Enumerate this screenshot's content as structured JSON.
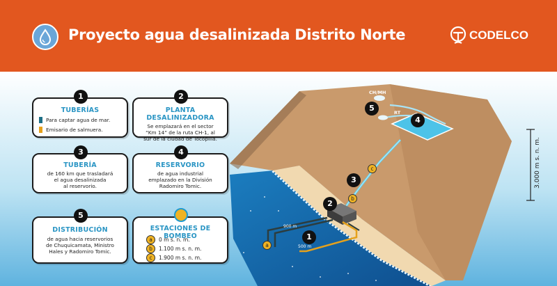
{
  "header": {
    "title": "Proyecto agua desalinizada Distrito Norte",
    "brand": "CODELCO",
    "icon": "water-drop-icon",
    "background_color": "#e2571f"
  },
  "cards": {
    "tuberias": {
      "number": "1",
      "title": "TUBERÍAS",
      "legend": [
        {
          "text": "Para captar agua de mar.",
          "color": "#1e6f86"
        },
        {
          "text": "Emisario de salmuera.",
          "color": "#e5a11c"
        }
      ]
    },
    "planta": {
      "number": "2",
      "title": "PLANTA DESALINIZADORA",
      "lines": [
        "Se emplazará en el sector",
        "“Km 14” de la ruta CH-1, al",
        "sur de la ciudad de Tocopilla."
      ]
    },
    "tuberia": {
      "number": "3",
      "title": "TUBERÍA",
      "lines": [
        "de 160 km que trasladará",
        "el agua desalinizada",
        "al reservorio."
      ]
    },
    "reservorio": {
      "number": "4",
      "title": "RESERVORIO",
      "lines": [
        "de agua industrial",
        "emplazado en la División",
        "Radomiro Tomic."
      ]
    },
    "distribucion": {
      "number": "5",
      "title": "DISTRIBUCIÓN",
      "lines": [
        "de agua hacia reservorios",
        "de Chuquicamata, Ministro",
        "Hales y Radomiro Tomic."
      ]
    },
    "estaciones": {
      "title": "ESTACIONES DE BOMBEO",
      "stations": [
        {
          "letter": "a",
          "text": "0 m s. n. m."
        },
        {
          "letter": "b",
          "text": "1.100 m s. n. m."
        },
        {
          "letter": "c",
          "text": "1.900 m s. n. m."
        }
      ]
    }
  },
  "map": {
    "labels": {
      "ch_mh": "CH/MH",
      "rt": "RT",
      "altitude": "3.000 m s. n. m.",
      "pipe_900": "900 m",
      "pipe_500": "500 m"
    },
    "markers": [
      "1",
      "2",
      "3",
      "4",
      "5"
    ],
    "stations": [
      "a",
      "b",
      "c"
    ]
  }
}
